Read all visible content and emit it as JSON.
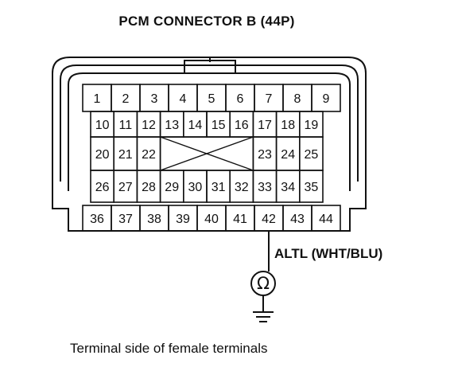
{
  "title": "PCM CONNECTOR B (44P)",
  "caption": "Terminal side of female terminals",
  "wire_label": "ALTL (WHT/BLU)",
  "meter_symbol": "Ω",
  "rows": [
    [
      "1",
      "2",
      "3",
      "4",
      "5",
      "6",
      "7",
      "8",
      "9"
    ],
    [
      "10",
      "11",
      "12",
      "13",
      "14",
      "15",
      "16",
      "17",
      "18",
      "19"
    ],
    [
      "20",
      "21",
      "22",
      "23",
      "24",
      "25"
    ],
    [
      "26",
      "27",
      "28",
      "29",
      "30",
      "31",
      "32",
      "33",
      "34",
      "35"
    ],
    [
      "36",
      "37",
      "38",
      "39",
      "40",
      "41",
      "42",
      "43",
      "44"
    ]
  ],
  "probed_terminal": "42"
}
